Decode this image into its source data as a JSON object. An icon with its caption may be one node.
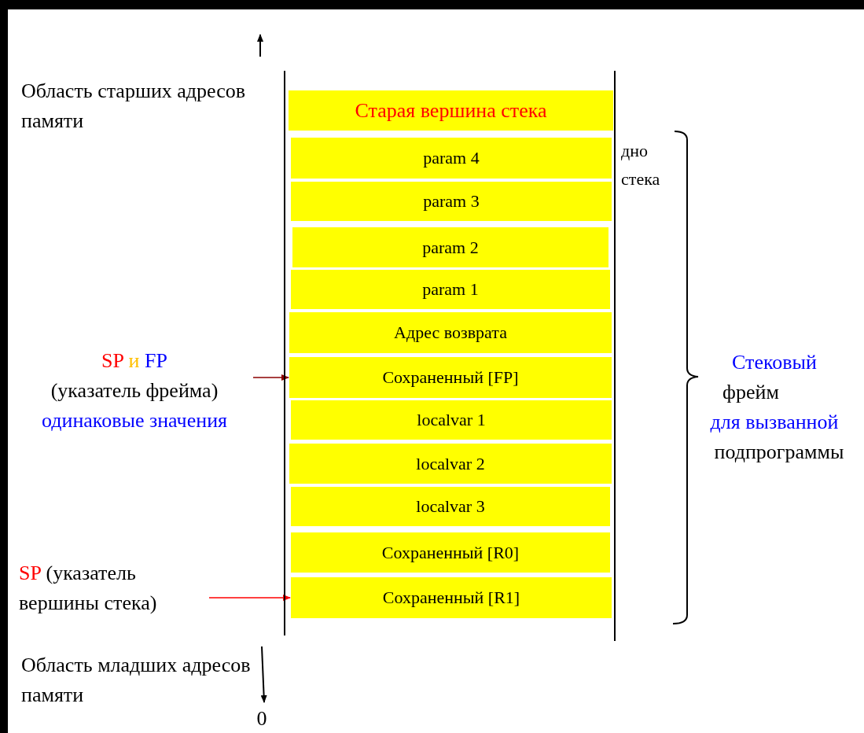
{
  "diagram": {
    "nodes": [
      {
        "text": [
          "Старая вершина стека"
        ]
      },
      {
        "text": [
          "param 4"
        ]
      },
      {
        "text": [
          "param 3"
        ]
      },
      {
        "text": [
          "param 2"
        ]
      },
      {
        "text": [
          "param 1"
        ]
      },
      {
        "text": [
          "Адрес возврата"
        ]
      },
      {
        "text": [
          "Сохраненный [FP]"
        ]
      },
      {
        "text": [
          "localvar 1"
        ]
      },
      {
        "text": [
          "localvar 2"
        ]
      },
      {
        "text": [
          "localvar 3"
        ]
      },
      {
        "text": [
          "Сохраненный [R0]"
        ]
      },
      {
        "text": [
          "Сохраненный [R1]"
        ]
      },
      {
        "text": [
          "SP",
          "и",
          "FP",
          "(указатель фрейма)",
          "одинаковые значения"
        ]
      },
      {
        "text": [
          "SP",
          "(указатель вершины стека)"
        ]
      }
    ],
    "edges": [
      {
        "from": 12,
        "to": 6,
        "arrow": "to",
        "color": "#8b0000"
      },
      {
        "from": 13,
        "to": 11,
        "arrow": "to",
        "color": "#ff0000"
      }
    ],
    "labels": [
      "Область старших адресов памяти",
      "дно стека",
      "Стековый",
      "фрейм",
      "для вызванной",
      "подпрограммы",
      "Область младших адресов памяти",
      "0"
    ]
  }
}
